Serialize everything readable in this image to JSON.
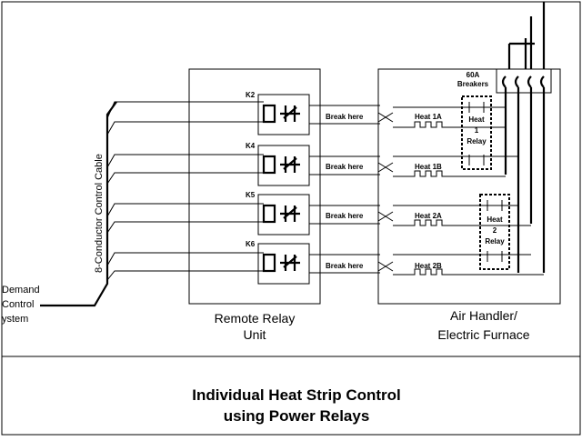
{
  "left_label": {
    "lines": [
      "Demand",
      "Control",
      "ystem"
    ]
  },
  "cable_label": "8-Conductor Control Cable",
  "remote_relay_unit": {
    "label_lines": [
      "Remote Relay",
      "Unit"
    ],
    "relays": [
      {
        "id": "K2"
      },
      {
        "id": "K4"
      },
      {
        "id": "K5"
      },
      {
        "id": "K6"
      }
    ]
  },
  "break_label": "Break here",
  "air_handler": {
    "label_lines": [
      "Air Handler/",
      "Electric Furnace"
    ],
    "breaker_label_lines": [
      "60A",
      "Breakers"
    ],
    "heat_strips": [
      "Heat 1A",
      "Heat 1B",
      "Heat 2A",
      "Heat 2B"
    ],
    "heat_relays": [
      {
        "lines": [
          "Heat",
          "1",
          "Relay"
        ]
      },
      {
        "lines": [
          "Heat",
          "2",
          "Relay"
        ]
      }
    ]
  },
  "title_lines": [
    "Individual Heat Strip Control",
    "using Power Relays"
  ]
}
